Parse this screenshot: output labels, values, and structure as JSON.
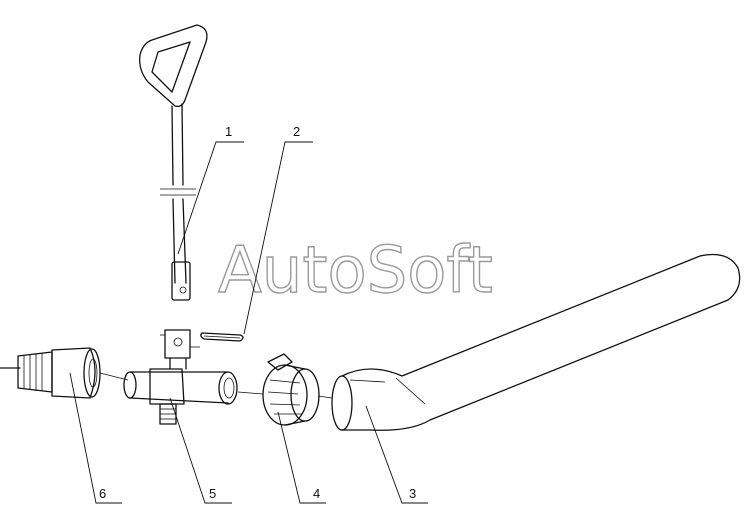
{
  "watermark": {
    "text": "AutoSoft"
  },
  "callouts": [
    {
      "number": "1"
    },
    {
      "number": "2"
    },
    {
      "number": "3"
    },
    {
      "number": "4"
    },
    {
      "number": "5"
    },
    {
      "number": "6"
    }
  ],
  "colors": {
    "line": "#111111",
    "watermark": "#9a9a9a",
    "background": "#ffffff"
  }
}
